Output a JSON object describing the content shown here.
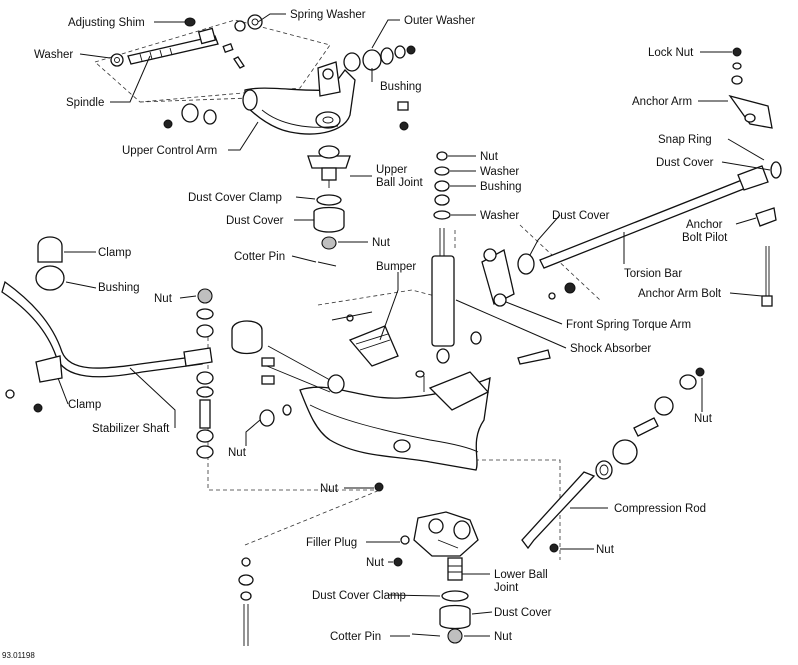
{
  "diagram_code": "93.01198",
  "labels": {
    "adjusting_shim": "Adjusting Shim",
    "spring_washer": "Spring Washer",
    "outer_washer": "Outer Washer",
    "washer_top": "Washer",
    "bushing_upper": "Bushing",
    "spindle": "Spindle",
    "upper_control_arm": "Upper Control Arm",
    "upper_ball_joint_1": "Upper",
    "upper_ball_joint_2": "Ball Joint",
    "dust_cover_clamp_upper": "Dust Cover Clamp",
    "dust_cover_upper": "Dust Cover",
    "nut_upper_bj": "Nut",
    "cotter_pin_upper": "Cotter Pin",
    "nut_shock_top": "Nut",
    "washer_shock_1": "Washer",
    "bushing_shock": "Bushing",
    "washer_shock_2": "Washer",
    "bumper": "Bumper",
    "dust_cover_torsion": "Dust Cover",
    "lock_nut": "Lock Nut",
    "anchor_arm": "Anchor Arm",
    "snap_ring": "Snap Ring",
    "dust_cover_anchor": "Dust Cover",
    "anchor_bolt_pilot_1": "Anchor",
    "anchor_bolt_pilot_2": "Bolt Pilot",
    "torsion_bar": "Torsion Bar",
    "anchor_arm_bolt": "Anchor Arm Bolt",
    "front_spring_torque_arm": "Front Spring Torque Arm",
    "shock_absorber": "Shock Absorber",
    "clamp_stab_top": "Clamp",
    "bushing_stab": "Bushing",
    "nut_stab_link": "Nut",
    "clamp_stab_bottom": "Clamp",
    "stabilizer_shaft": "Stabilizer Shaft",
    "nut_left_bushing": "Nut",
    "nut_right_bushing": "Nut",
    "nut_lower_arm": "Nut",
    "compression_rod": "Compression Rod",
    "nut_compression": "Nut",
    "filler_plug": "Filler Plug",
    "nut_lower_bj": "Nut",
    "lower_ball_joint_1": "Lower Ball",
    "lower_ball_joint_2": "Joint",
    "dust_cover_clamp_lower": "Dust Cover Clamp",
    "dust_cover_lower": "Dust Cover",
    "cotter_pin_lower": "Cotter Pin",
    "nut_bottom": "Nut"
  }
}
